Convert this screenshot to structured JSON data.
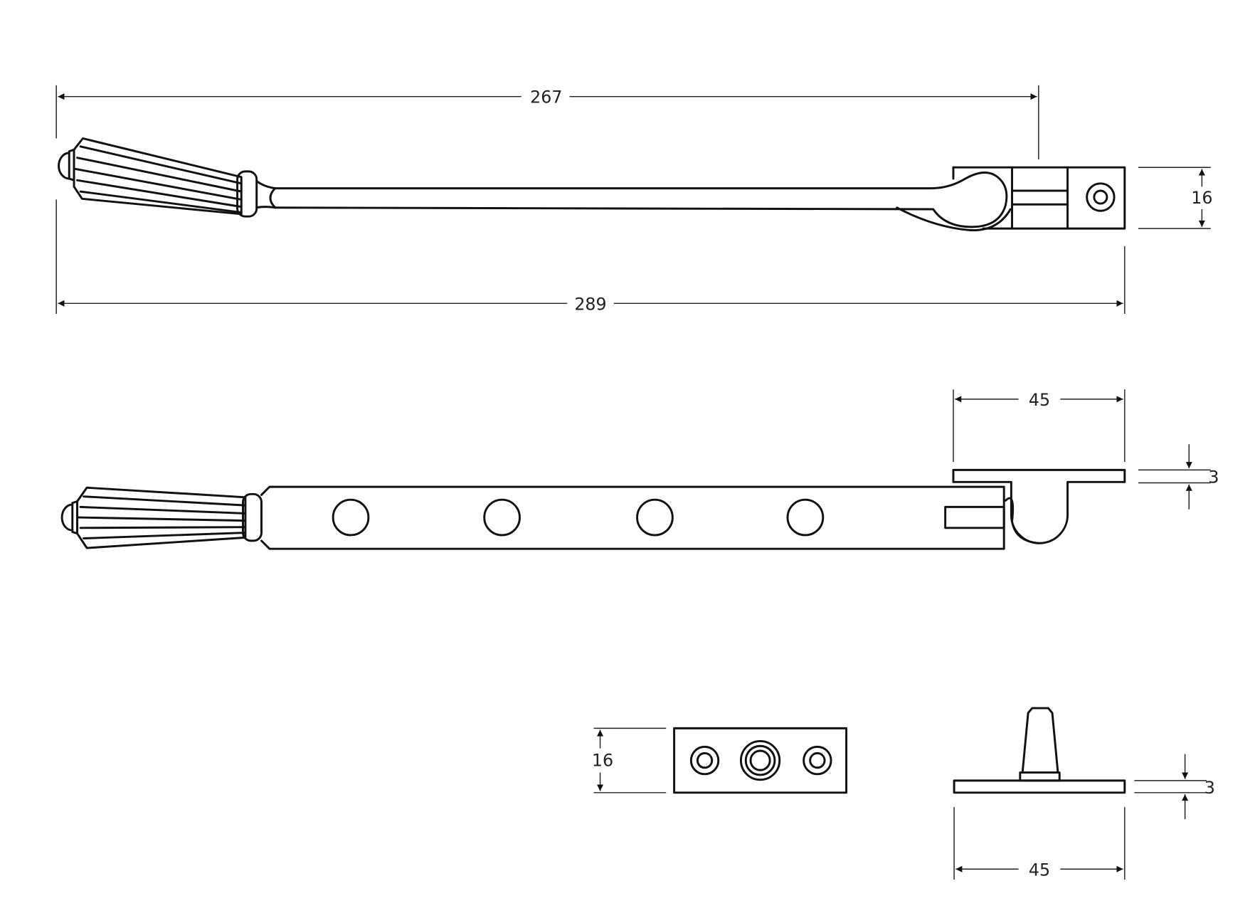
{
  "drawing": {
    "line_color": "#111111",
    "top_view": {
      "dim_handle_to_pivot": "267",
      "dim_overall_length": "289",
      "dim_block_height": "16"
    },
    "side_view": {
      "dim_bracket_width": "45",
      "dim_bracket_thickness": "3",
      "hole_count": 4
    },
    "keep_plate": {
      "dim_height": "16"
    },
    "pin_plate": {
      "dim_thickness": "3",
      "dim_width": "45"
    }
  }
}
